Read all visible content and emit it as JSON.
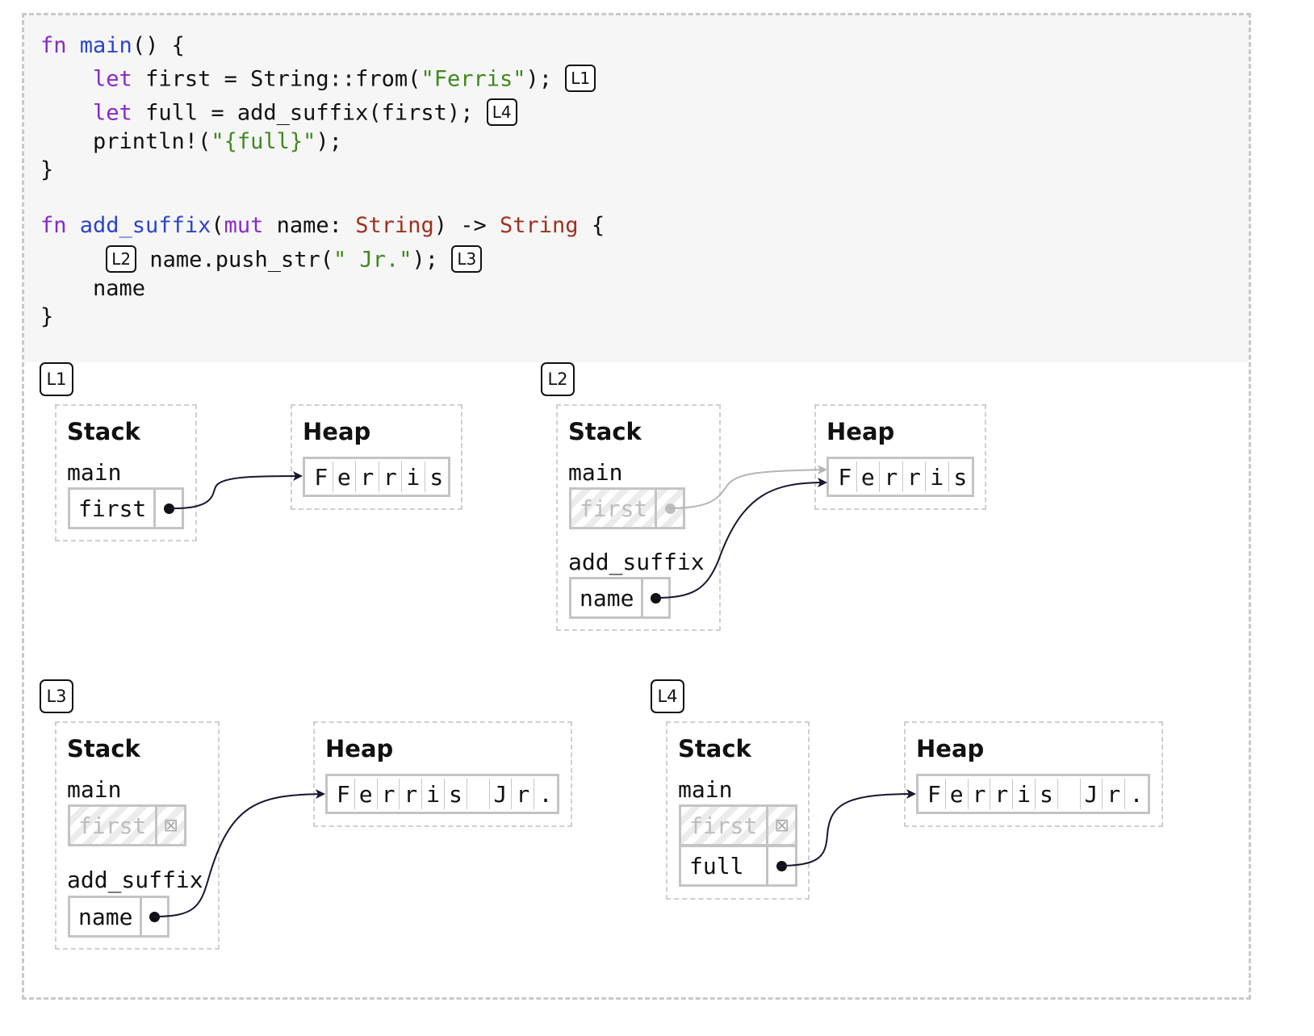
{
  "code": {
    "lines": [
      [
        {
          "t": "fn ",
          "c": "kw"
        },
        {
          "t": "main",
          "c": "fn"
        },
        {
          "t": "() {",
          "c": ""
        }
      ],
      [
        {
          "t": "    ",
          "c": ""
        },
        {
          "t": "let ",
          "c": "kw"
        },
        {
          "t": "first = String::from(",
          "c": ""
        },
        {
          "t": "\"Ferris\"",
          "c": "st"
        },
        {
          "t": "); ",
          "c": ""
        },
        {
          "m": "L1"
        }
      ],
      [
        {
          "t": "    ",
          "c": ""
        },
        {
          "t": "let ",
          "c": "kw"
        },
        {
          "t": "full = add_suffix(first); ",
          "c": ""
        },
        {
          "m": "L4"
        }
      ],
      [
        {
          "t": "    println!(",
          "c": ""
        },
        {
          "t": "\"{full}\"",
          "c": "st"
        },
        {
          "t": ");",
          "c": ""
        }
      ],
      [
        {
          "t": "}",
          "c": ""
        }
      ],
      [],
      [
        {
          "t": "fn ",
          "c": "kw"
        },
        {
          "t": "add_suffix",
          "c": "fn"
        },
        {
          "t": "(",
          "c": ""
        },
        {
          "t": "mut ",
          "c": "kw"
        },
        {
          "t": "name: ",
          "c": ""
        },
        {
          "t": "String",
          "c": "ty"
        },
        {
          "t": ") -> ",
          "c": ""
        },
        {
          "t": "String",
          "c": "ty"
        },
        {
          "t": " {",
          "c": ""
        }
      ],
      [
        {
          "t": "     ",
          "c": ""
        },
        {
          "m": "L2"
        },
        {
          "t": " name.push_str(",
          "c": ""
        },
        {
          "t": "\" Jr.\"",
          "c": "st"
        },
        {
          "t": "); ",
          "c": ""
        },
        {
          "m": "L3"
        }
      ],
      [
        {
          "t": "    name",
          "c": ""
        }
      ],
      [
        {
          "t": "}",
          "c": ""
        }
      ]
    ]
  },
  "labels": {
    "stack": "Stack",
    "heap": "Heap"
  },
  "steps": {
    "L1": {
      "marker": "L1",
      "frames": [
        {
          "name": "main",
          "slots": [
            {
              "var": "first",
              "state": "active"
            }
          ]
        }
      ],
      "heap": "Ferris"
    },
    "L2": {
      "marker": "L2",
      "frames": [
        {
          "name": "main",
          "slots": [
            {
              "var": "first",
              "state": "moved"
            }
          ]
        },
        {
          "name": "add_suffix",
          "slots": [
            {
              "var": "name",
              "state": "active"
            }
          ]
        }
      ],
      "heap": "Ferris"
    },
    "L3": {
      "marker": "L3",
      "frames": [
        {
          "name": "main",
          "slots": [
            {
              "var": "first",
              "state": "dropped"
            }
          ]
        },
        {
          "name": "add_suffix",
          "slots": [
            {
              "var": "name",
              "state": "active"
            }
          ]
        }
      ],
      "heap": "Ferris Jr."
    },
    "L4": {
      "marker": "L4",
      "frames": [
        {
          "name": "main",
          "slots": [
            {
              "var": "first",
              "state": "dropped"
            },
            {
              "var": "full",
              "state": "active"
            }
          ]
        }
      ],
      "heap": "Ferris Jr."
    }
  },
  "colors": {
    "keyword": "#8a28c8",
    "function": "#2b45c9",
    "type": "#a0301c",
    "string": "#3f8a1f",
    "pointer": "#1c1430",
    "moved": "#b5b5b5"
  }
}
